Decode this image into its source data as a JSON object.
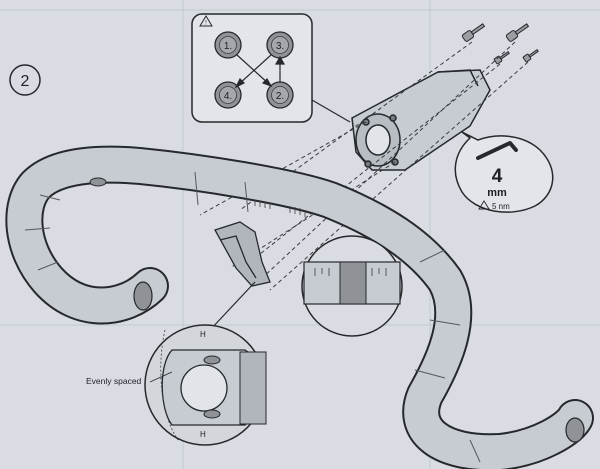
{
  "step": {
    "number": "2"
  },
  "warning_symbol": "⚠",
  "bolt_order": {
    "labels": [
      "1.",
      "3.",
      "4.",
      "2."
    ]
  },
  "tool_callout": {
    "size_value": "4",
    "size_unit": "mm",
    "torque": "5 nm"
  },
  "detail_callout": {
    "note": "Evenly spaced",
    "mark": "H"
  },
  "colors": {
    "paper": "#d9dde3",
    "line": "#26282b",
    "part_fill": "#c7ccd3",
    "bolt_fill": "#8f9398"
  },
  "icons": [
    "warning-icon",
    "hex-key-icon",
    "bolt-icon"
  ]
}
